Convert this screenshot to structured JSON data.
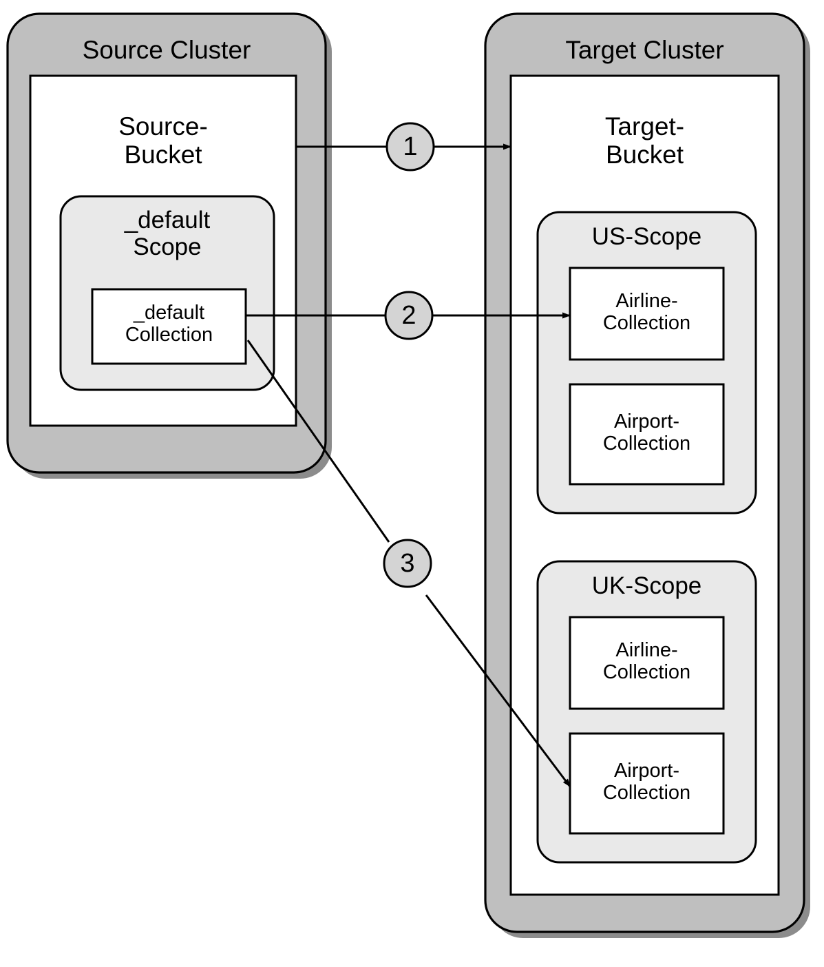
{
  "diagram": {
    "type": "architecture-flow",
    "title_visible": false,
    "colors": {
      "cluster_fill": "#BFBFBF",
      "cluster_stroke": "#000000",
      "bucket_fill": "#FFFFFF",
      "scope_fill": "#E9E9E9",
      "collection_fill": "#FFFFFF",
      "badge_fill": "#D4D4D4",
      "shadow": "#8C8C8C",
      "text": "#000000",
      "arrow": "#000000"
    },
    "source_cluster": {
      "label": "Source Cluster",
      "bucket": {
        "label": "Source-\nBucket",
        "scopes": [
          {
            "label": "_default\nScope",
            "collections": [
              {
                "label": "_default\nCollection"
              }
            ]
          }
        ]
      }
    },
    "target_cluster": {
      "label": "Target Cluster",
      "bucket": {
        "label": "Target-\nBucket",
        "scopes": [
          {
            "label": "US-Scope",
            "collections": [
              {
                "label": "Airline-\nCollection"
              },
              {
                "label": "Airport-\nCollection"
              }
            ]
          },
          {
            "label": "UK-Scope",
            "collections": [
              {
                "label": "Airline-\nCollection"
              },
              {
                "label": "Airport-\nCollection"
              }
            ]
          }
        ]
      }
    },
    "connections": [
      {
        "badge": "1",
        "from": "Source-Bucket",
        "to": "Target-Bucket",
        "style": "straight-horizontal"
      },
      {
        "badge": "2",
        "from": "_default Collection",
        "to": "US-Scope / Airline-Collection",
        "style": "straight-horizontal"
      },
      {
        "badge": "3",
        "from": "_default Collection",
        "to": "UK-Scope / Airport-Collection",
        "style": "diagonal"
      }
    ]
  }
}
